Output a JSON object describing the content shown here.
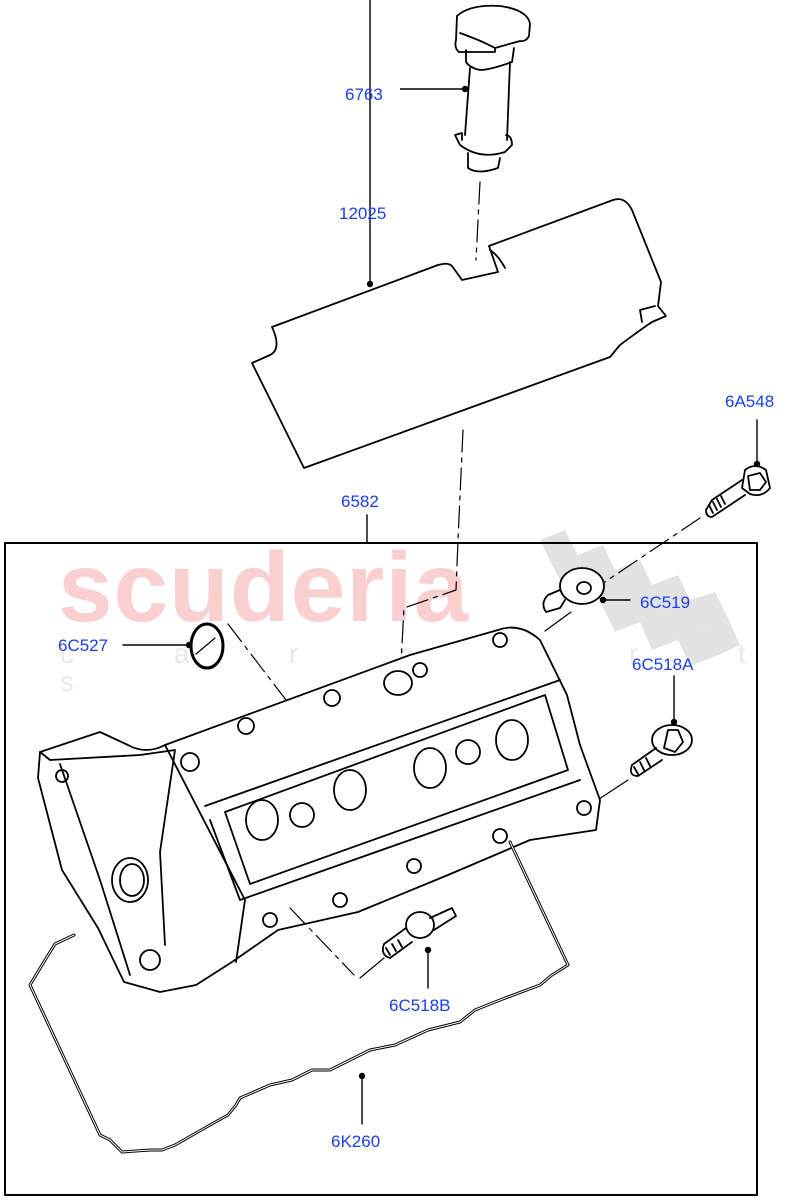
{
  "diagram": {
    "type": "exploded parts diagram",
    "subject": "Engine valve (rocker) cover assembly",
    "frame_label": "6582",
    "watermark": {
      "main": "scuderia",
      "sub": "c a r p a r t s"
    },
    "colors": {
      "label": "#1a3fe8",
      "line": "#000000",
      "watermark_main": "#f9cfd0",
      "watermark_sub": "#e9e9e9",
      "checker": "#dcdcdc"
    },
    "parts": [
      {
        "id": "6763",
        "label": "6763",
        "description": "oil filler tube with cap"
      },
      {
        "id": "12025",
        "label": "12025",
        "description": "engine cover / shield"
      },
      {
        "id": "6A548",
        "label": "6A548",
        "description": "bolt"
      },
      {
        "id": "6582",
        "label": "6582",
        "description": "valve cover assembly"
      },
      {
        "id": "6C519",
        "label": "6C519",
        "description": "grommet / spacer"
      },
      {
        "id": "6C527",
        "label": "6C527",
        "description": "O-ring seal"
      },
      {
        "id": "6C518A",
        "label": "6C518A",
        "description": "stud bolt"
      },
      {
        "id": "6C518B",
        "label": "6C518B",
        "description": "stud bolt"
      },
      {
        "id": "6K260",
        "label": "6K260",
        "description": "valve cover gasket"
      }
    ]
  }
}
